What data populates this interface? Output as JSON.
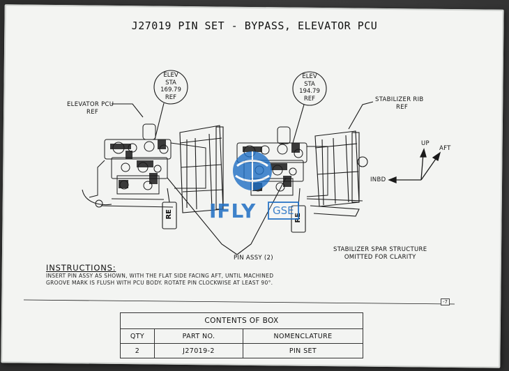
{
  "title": "J27019 PIN SET - BYPASS, ELEVATOR PCU",
  "callouts": {
    "elev_sta_left": [
      "ELEV",
      "STA",
      "169.79",
      "REF"
    ],
    "elev_sta_right": [
      "ELEV",
      "STA",
      "194.79",
      "REF"
    ],
    "elevator_pcu": [
      "ELEVATOR PCU",
      "REF"
    ],
    "stabilizer_rib": [
      "STABILIZER RIB",
      "REF"
    ],
    "pin_assy": "PIN ASSY (2)",
    "spar_note": [
      "STABILIZER SPAR STRUCTURE",
      "OMITTED FOR CLARITY"
    ],
    "tag_label": "RE"
  },
  "axes": {
    "up": "UP",
    "aft": "AFT",
    "inbd": "INBD"
  },
  "instructions": {
    "heading": "INSTRUCTIONS:",
    "line1": "INSERT PIN ASSY AS SHOWN, WITH THE FLAT SIDE FACING AFT, UNTIL MACHINED",
    "line2": "GROOVE MARK IS FLUSH WITH PCU BODY.  ROTATE PIN CLOCKWISE AT LEAST 90°."
  },
  "sheet_ref": "-7",
  "watermark": {
    "text": "IFLY",
    "box": "GSE"
  },
  "contents_box": {
    "caption": "CONTENTS OF BOX",
    "headers": [
      "QTY",
      "PART NO.",
      "NOMENCLATURE"
    ],
    "rows": [
      [
        "2",
        "J27019-2",
        "PIN SET"
      ]
    ]
  },
  "colors": {
    "placard": "#f3f4f2",
    "ink": "#111111",
    "watermark": "#1f6fc4"
  }
}
